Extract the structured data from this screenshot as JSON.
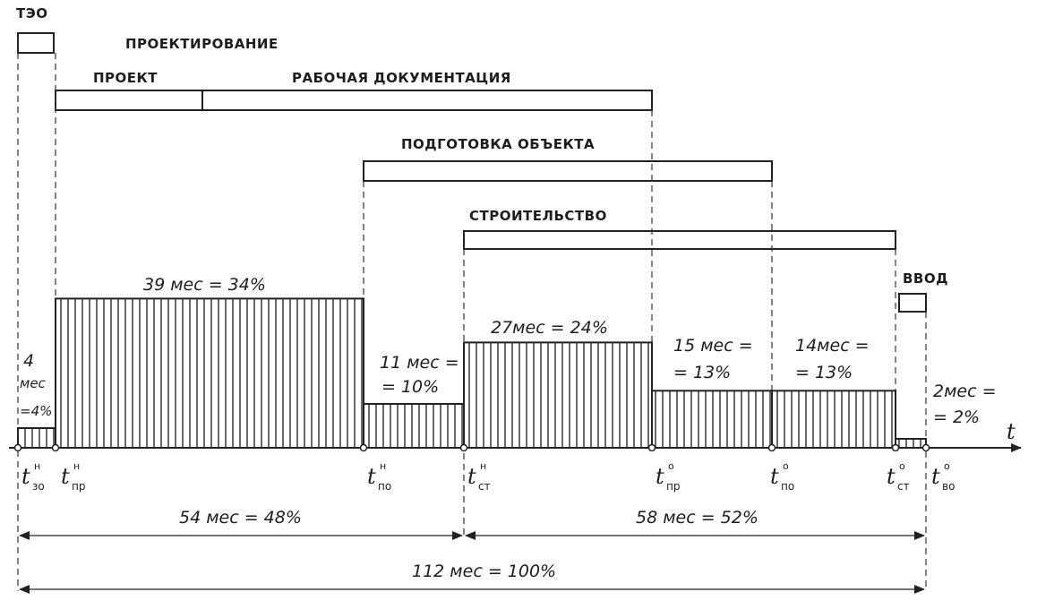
{
  "labels": {
    "teo": "ТЭО",
    "design": "ПРОЕКТИРОВАНИЕ",
    "project": "ПРОЕКТ",
    "working_docs": "РАБОЧАЯ ДОКУМЕНТАЦИЯ",
    "site_prep": "ПОДГОТОВКА ОБЪЕКТА",
    "construction": "СТРОИТЕЛЬСТВО",
    "commissioning": "ВВОД"
  },
  "durations": {
    "teo_top": "4",
    "teo_mid": "мес",
    "teo_bot": "=4%",
    "design": "39 мес = 34%",
    "prep_top": "11 мес =",
    "prep_bot": "= 10%",
    "constr": "27мес = 24%",
    "constr2_top": "15 мес =",
    "constr2_bot": "= 13%",
    "constr3_top": "14мес =",
    "constr3_bot": "= 13%",
    "commission_top": "2мес =",
    "commission_bot": "= 2%"
  },
  "time_axis": {
    "axis_label": "t",
    "marks": [
      {
        "main": "t",
        "sup": "н",
        "sub": "зо"
      },
      {
        "main": "t",
        "sup": "н",
        "sub": "пр"
      },
      {
        "main": "t",
        "sup": "н",
        "sub": "по"
      },
      {
        "main": "t",
        "sup": "н",
        "sub": "ст"
      },
      {
        "main": "t",
        "sup": "о",
        "sub": "пр"
      },
      {
        "main": "t",
        "sup": "о",
        "sub": "по"
      },
      {
        "main": "t",
        "sup": "о",
        "sub": "ст"
      },
      {
        "main": "t",
        "sup": "о",
        "sub": "во"
      }
    ]
  },
  "totals": {
    "first_half": "54 мес = 48%",
    "second_half": "58 мес = 52%",
    "overall": "112 мес = 100%"
  },
  "chart_data": {
    "type": "bar",
    "categories": [
      "ТЭО",
      "ПРОЕКТИРОВАНИЕ",
      "ПОДГОТОВКА ОБЪЕКТА",
      "СТРОИТЕЛЬСТВО",
      "СТРОИТЕЛЬСТВО",
      "СТРОИТЕЛЬСТВО",
      "ВВОД"
    ],
    "durations_months": [
      4,
      39,
      11,
      27,
      15,
      14,
      2
    ],
    "values_percent": [
      4,
      34,
      10,
      24,
      13,
      13,
      2
    ],
    "total_months": 112
  }
}
